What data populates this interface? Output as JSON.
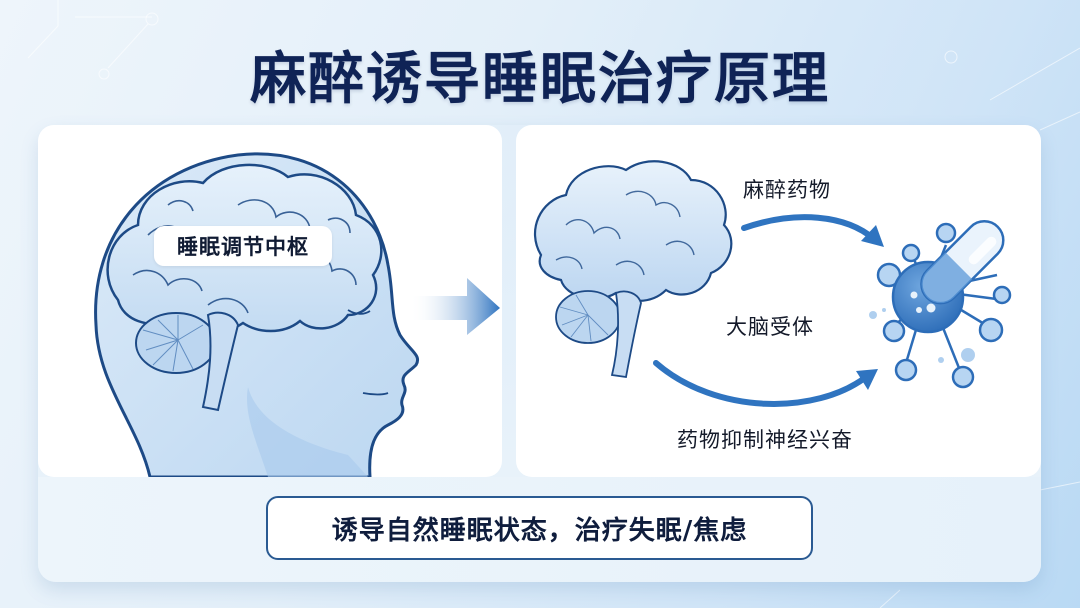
{
  "title": "麻醉诱导睡眠治疗原理",
  "left_panel": {
    "label": "睡眠调节中枢",
    "illustration": "human-head-with-brain"
  },
  "transition_arrow": "arrow-right",
  "right_panel": {
    "labels": {
      "drug": "麻醉药物",
      "receptor": "大脑受体",
      "suppress": "药物抑制神经兴奋"
    },
    "illustrations": [
      "brain",
      "receptor-cell",
      "capsule-pill"
    ]
  },
  "summary": "诱导自然睡眠状态，治疗失眠/焦虑",
  "colors": {
    "title": "#0f2356",
    "accent_blue": "#2f74c0",
    "light_blue": "#cfe3f6",
    "outline": "#1d4f8c",
    "summary_border": "#2a5a92"
  }
}
